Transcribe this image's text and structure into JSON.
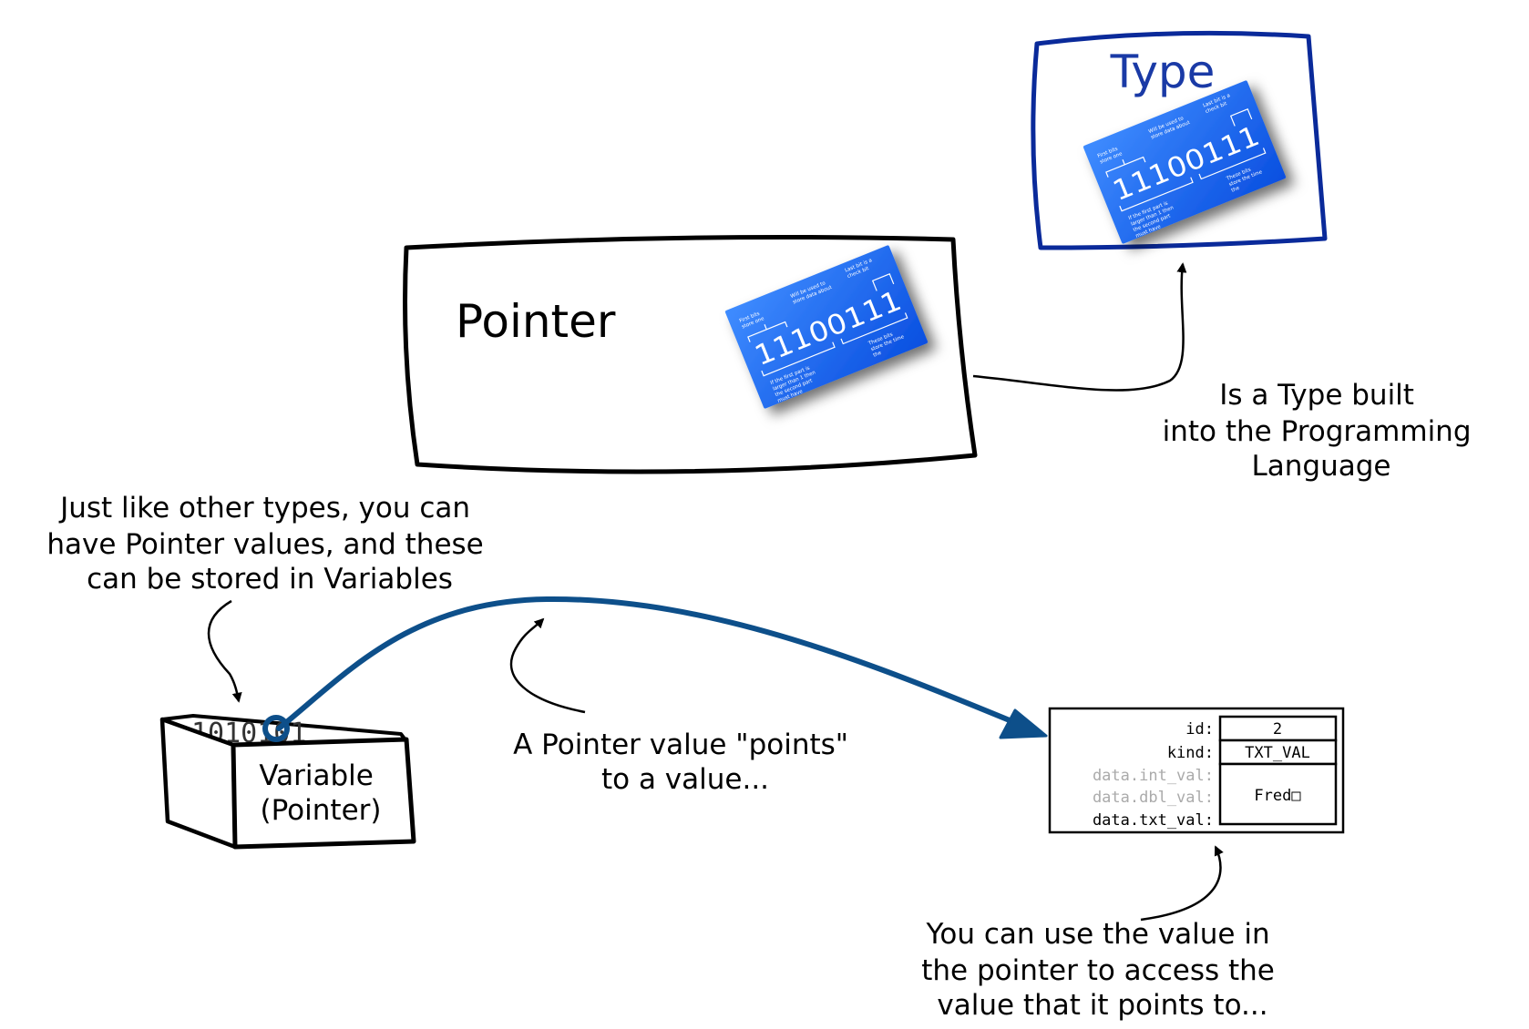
{
  "type_box": {
    "title": "Type",
    "border_color": "#0a2a9a",
    "title_color": "#1a3aa6"
  },
  "pointer_box": {
    "title": "Pointer"
  },
  "bit_card": {
    "bits": "11100111",
    "color": "#1f6dff",
    "notes": {
      "left_top": [
        "First bits",
        "store one"
      ],
      "center_top": [
        "Will be used to",
        "store data about"
      ],
      "right_top": [
        "Last bit is a",
        "check bit"
      ],
      "left_bottom": [
        "If the first part is",
        "larger than 1 then",
        "the second part",
        "must have"
      ],
      "right_bottom": [
        "These bits",
        "store the time",
        "the"
      ]
    }
  },
  "annotations": {
    "type_builtin": [
      "Is a Type built",
      "into the Programming",
      "Language"
    ],
    "pointer_values": [
      "Just like other types, you can",
      "have Pointer values, and these",
      "can be stored in Variables"
    ],
    "points_to": [
      "A Pointer value \"points\"",
      "to a value..."
    ],
    "use_value": [
      "You can use the value in",
      "the pointer to access the",
      "value that it points to..."
    ]
  },
  "variable_box": {
    "label_line1": "Variable",
    "label_line2": "(Pointer)",
    "bits": "1010101"
  },
  "record_table": {
    "fields": [
      {
        "label": "id:",
        "value": "2",
        "muted": false
      },
      {
        "label": "kind:",
        "value": "TXT_VAL",
        "muted": false
      },
      {
        "label": "data.int_val:",
        "value": "",
        "muted": true
      },
      {
        "label": "data.dbl_val:",
        "value": "",
        "muted": true
      },
      {
        "label": "data.txt_val:",
        "value": "",
        "muted": false
      }
    ],
    "union_value": "Fred□"
  },
  "colors": {
    "pointer_arrow": "#0d4f8a",
    "ink": "#000000",
    "muted_text": "#aaaaaa"
  }
}
